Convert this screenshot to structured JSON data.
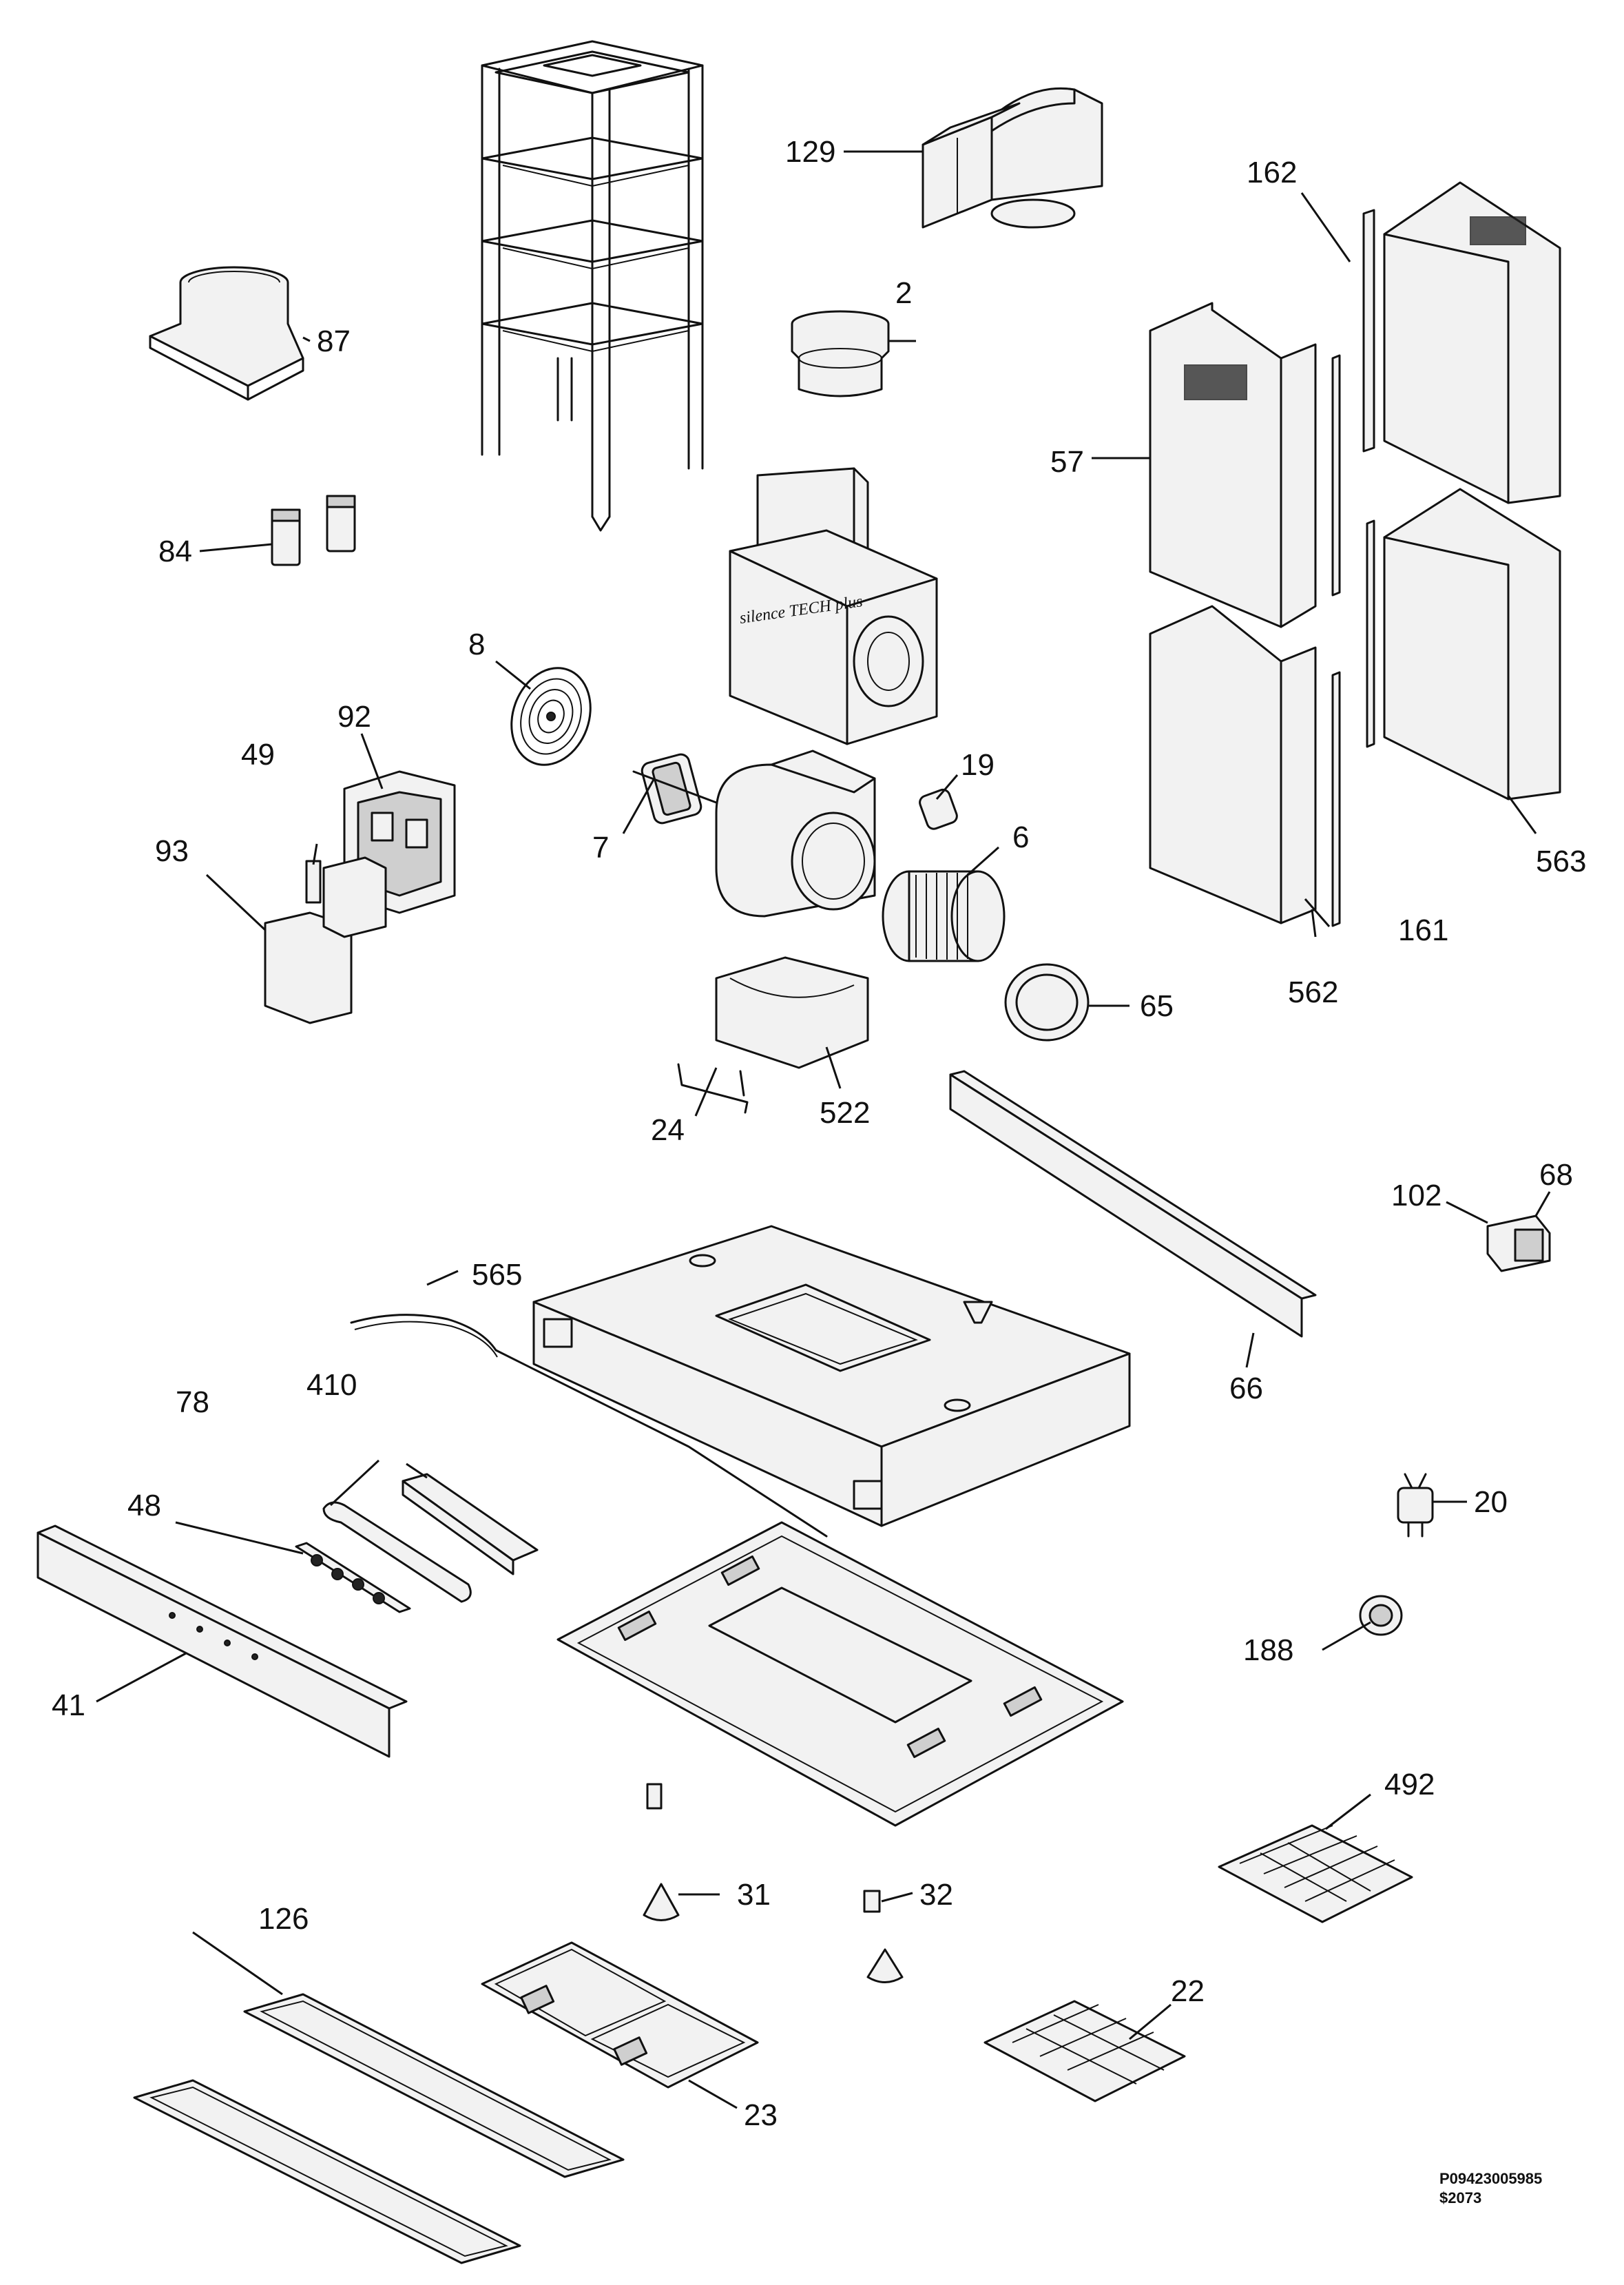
{
  "diagram": {
    "document_ref": "P09423005985",
    "document_code": "$2073",
    "blower_brand": "silence TECH plus"
  },
  "callouts": [
    {
      "id": "2",
      "part": "duct-adapter-round"
    },
    {
      "id": "6",
      "part": "blower-wheel"
    },
    {
      "id": "7",
      "part": "motor"
    },
    {
      "id": "8",
      "part": "motor-guard"
    },
    {
      "id": "19",
      "part": "capacitor"
    },
    {
      "id": "20",
      "part": "lamp-socket"
    },
    {
      "id": "22",
      "part": "charcoal-filter"
    },
    {
      "id": "23",
      "part": "light-cover-frame"
    },
    {
      "id": "24",
      "part": "spring-clip"
    },
    {
      "id": "31",
      "part": "knob-cone"
    },
    {
      "id": "32",
      "part": "filter-clip"
    },
    {
      "id": "41",
      "part": "control-panel-front"
    },
    {
      "id": "48",
      "part": "switch-board"
    },
    {
      "id": "49",
      "part": "terminal-connector"
    },
    {
      "id": "57",
      "part": "upper-chimney-cover"
    },
    {
      "id": "65",
      "part": "inlet-ring"
    },
    {
      "id": "66",
      "part": "rear-trim-rail"
    },
    {
      "id": "68",
      "part": "transformer"
    },
    {
      "id": "78",
      "part": "light-lens"
    },
    {
      "id": "84",
      "part": "mounting-bracket"
    },
    {
      "id": "87",
      "part": "rectangular-round-transition"
    },
    {
      "id": "92",
      "part": "electronics-box"
    },
    {
      "id": "93",
      "part": "control-board"
    },
    {
      "id": "102",
      "part": "transformer-bracket"
    },
    {
      "id": "126",
      "part": "grease-filter"
    },
    {
      "id": "129",
      "part": "duct-transition-y"
    },
    {
      "id": "161",
      "part": "chimney-rail-left"
    },
    {
      "id": "162",
      "part": "chimney-rail-right"
    },
    {
      "id": "188",
      "part": "grommet"
    },
    {
      "id": "410",
      "part": "light-housing"
    },
    {
      "id": "492",
      "part": "grease-baffle"
    },
    {
      "id": "522",
      "part": "blower-saddle"
    },
    {
      "id": "562",
      "part": "lower-chimney-front"
    },
    {
      "id": "563",
      "part": "lower-chimney-back"
    },
    {
      "id": "565",
      "part": "wire-harness"
    }
  ]
}
